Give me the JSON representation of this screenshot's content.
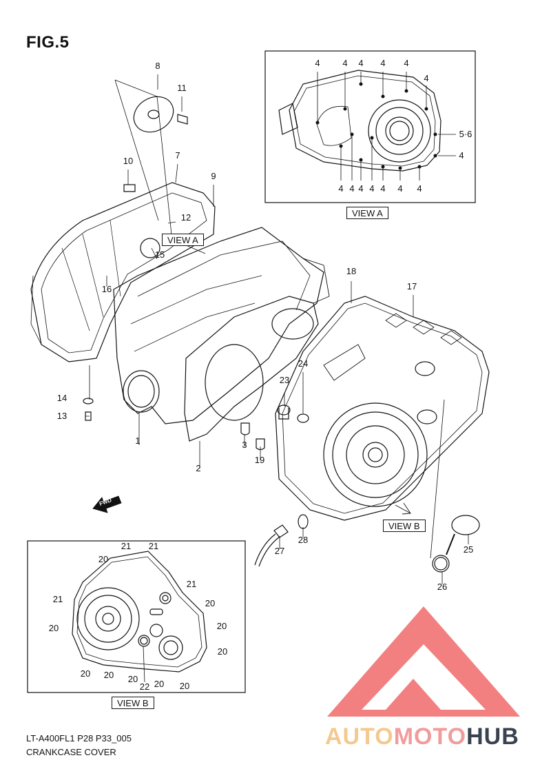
{
  "figure": {
    "title": "FIG.5",
    "code": "LT-A400FL1 P28 P33_005",
    "caption": "CRANKCASE COVER"
  },
  "views": {
    "view_a_label": "VIEW A",
    "view_b_label": "VIEW B"
  },
  "watermark": {
    "word_part1": "AUTO",
    "word_part2": "MOTO",
    "word_part3": "HUB"
  },
  "colors": {
    "line": "#111111",
    "watermark_red": "#f06a6a",
    "watermark_gold": "#f4c98e",
    "watermark_dark": "#3a4250"
  },
  "part_labels": {
    "p1": "1",
    "p2": "2",
    "p3": "3",
    "p7": "7",
    "p8": "8",
    "p9": "9",
    "p10": "10",
    "p11": "11",
    "p12": "12",
    "p13": "13",
    "p14": "14",
    "p15": "15",
    "p16": "16",
    "p17": "17",
    "p18": "18",
    "p19": "19",
    "p23": "23",
    "p24": "24",
    "p25": "25",
    "p26": "26",
    "p27": "27",
    "p28": "28",
    "va_4": "4",
    "va_56": "5·6",
    "vb_20": "20",
    "vb_21": "21",
    "vb_22": "22"
  },
  "fwd_label": "FWD"
}
